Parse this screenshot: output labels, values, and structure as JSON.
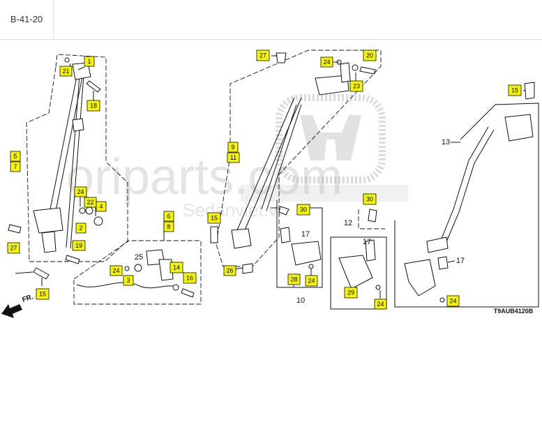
{
  "tab": {
    "label": "B-41-20"
  },
  "diagram": {
    "code": "T9AUB4120B",
    "fr_label": "FR.",
    "watermark_main": "oriparts.com",
    "watermark_sub": "Sedanviet.vn"
  },
  "callouts": {
    "c1": "1",
    "c21": "21",
    "c18": "18",
    "c5": "5",
    "c7": "7",
    "c24a": "24",
    "c22": "22",
    "c4": "4",
    "c2": "2",
    "c19": "19",
    "c27a": "27",
    "c15a": "15",
    "c27b": "27",
    "c24b": "24",
    "c20": "20",
    "c23": "23",
    "c9": "9",
    "c11": "11",
    "c6": "6",
    "c8": "8",
    "c15b": "15",
    "c26": "26",
    "c24c": "24",
    "c3": "3",
    "c14": "14",
    "c16": "16",
    "c30a": "30",
    "c28": "28",
    "c24d": "24",
    "c30b": "30",
    "c29": "29",
    "c24e": "24",
    "c15c": "15",
    "c24f": "24"
  },
  "labels": {
    "l25": "25",
    "l17a": "17",
    "l10": "10",
    "l12": "12",
    "l17b": "17",
    "l13": "13",
    "l17c": "17"
  }
}
